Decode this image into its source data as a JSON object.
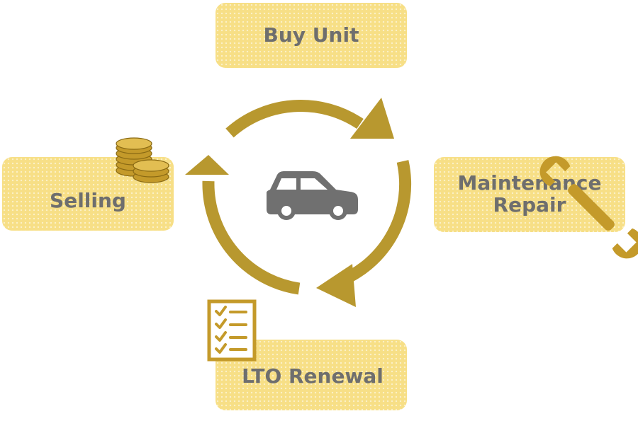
{
  "colors": {
    "box_fill": "#f7df86",
    "arrow": "#b8982f",
    "icon_gold": "#c49a2a",
    "text": "#6e6e6e",
    "car": "#707070"
  },
  "steps": {
    "buy": {
      "label": "Buy Unit"
    },
    "maintenance": {
      "line1": "Maintenance",
      "line2": "Repair"
    },
    "lto": {
      "label": "LTO Renewal"
    },
    "selling": {
      "label": "Selling"
    }
  },
  "icons": {
    "center": "car-icon",
    "maintenance": "wrench-icon",
    "lto": "checklist-icon",
    "selling": "coins-icon"
  }
}
